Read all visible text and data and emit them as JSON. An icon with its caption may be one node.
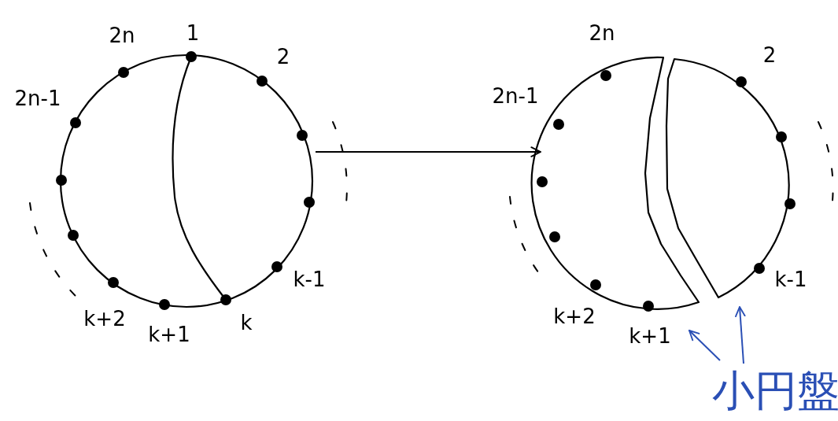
{
  "diagram": {
    "nodes": [
      {
        "text": [],
        "shape": "circle"
      },
      {
        "text": [],
        "shape": "disk"
      },
      {
        "text": [],
        "shape": "disk"
      },
      {
        "text": [
          "小円盤"
        ]
      }
    ],
    "edges": [
      {
        "from": 0,
        "to": 1,
        "arrow": "to",
        "color": "#000000"
      },
      {
        "from": 3,
        "to": 1,
        "arrow": "to",
        "color": "#2a4fb5"
      },
      {
        "from": 3,
        "to": 2,
        "arrow": "to",
        "color": "#2a4fb5"
      }
    ],
    "labels": [
      "2n",
      "1",
      "2",
      "2n-1",
      "k-1",
      "k+2",
      "k+1",
      "k",
      "2n",
      "2",
      "2n-1",
      "k-1",
      "k+2",
      "k+1"
    ]
  }
}
